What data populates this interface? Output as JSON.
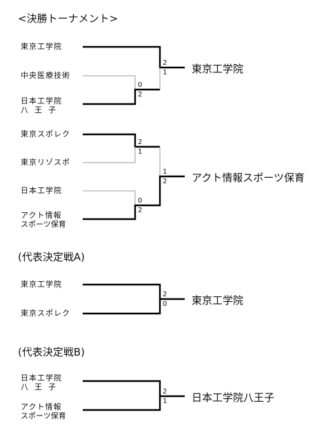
{
  "final": {
    "title": "<決勝トーナメント>",
    "teams": [
      "東京工学院",
      "中央医療技術",
      "日本工学院",
      "八王子",
      "東京スポレク",
      "東京リゾスポ",
      "日本工学院",
      "アクト情報",
      "スポーツ保育"
    ],
    "scores": {
      "sf1_top": "2",
      "sf1_bottom": "1",
      "qf1_top": "0",
      "qf1_bottom": "2",
      "qf2_top": "2",
      "qf2_bottom": "1",
      "qf3_top": "0",
      "qf3_bottom": "2",
      "sf2_top": "1",
      "sf2_bottom": "2"
    },
    "winners": [
      "東京工学院",
      "アクト情報スポーツ保育"
    ]
  },
  "playoff_a": {
    "title": "(代表決定戦A)",
    "teams": [
      "東京工学院",
      "東京スポレク"
    ],
    "scores": {
      "top": "2",
      "bottom": "0"
    },
    "winner": "東京工学院"
  },
  "playoff_b": {
    "title": "(代表決定戦B)",
    "teams": [
      "日本工学院",
      "八王子",
      "アクト情報",
      "スポーツ保育"
    ],
    "scores": {
      "top": "2",
      "bottom": "1"
    },
    "winner": "日本工学院八王子"
  }
}
